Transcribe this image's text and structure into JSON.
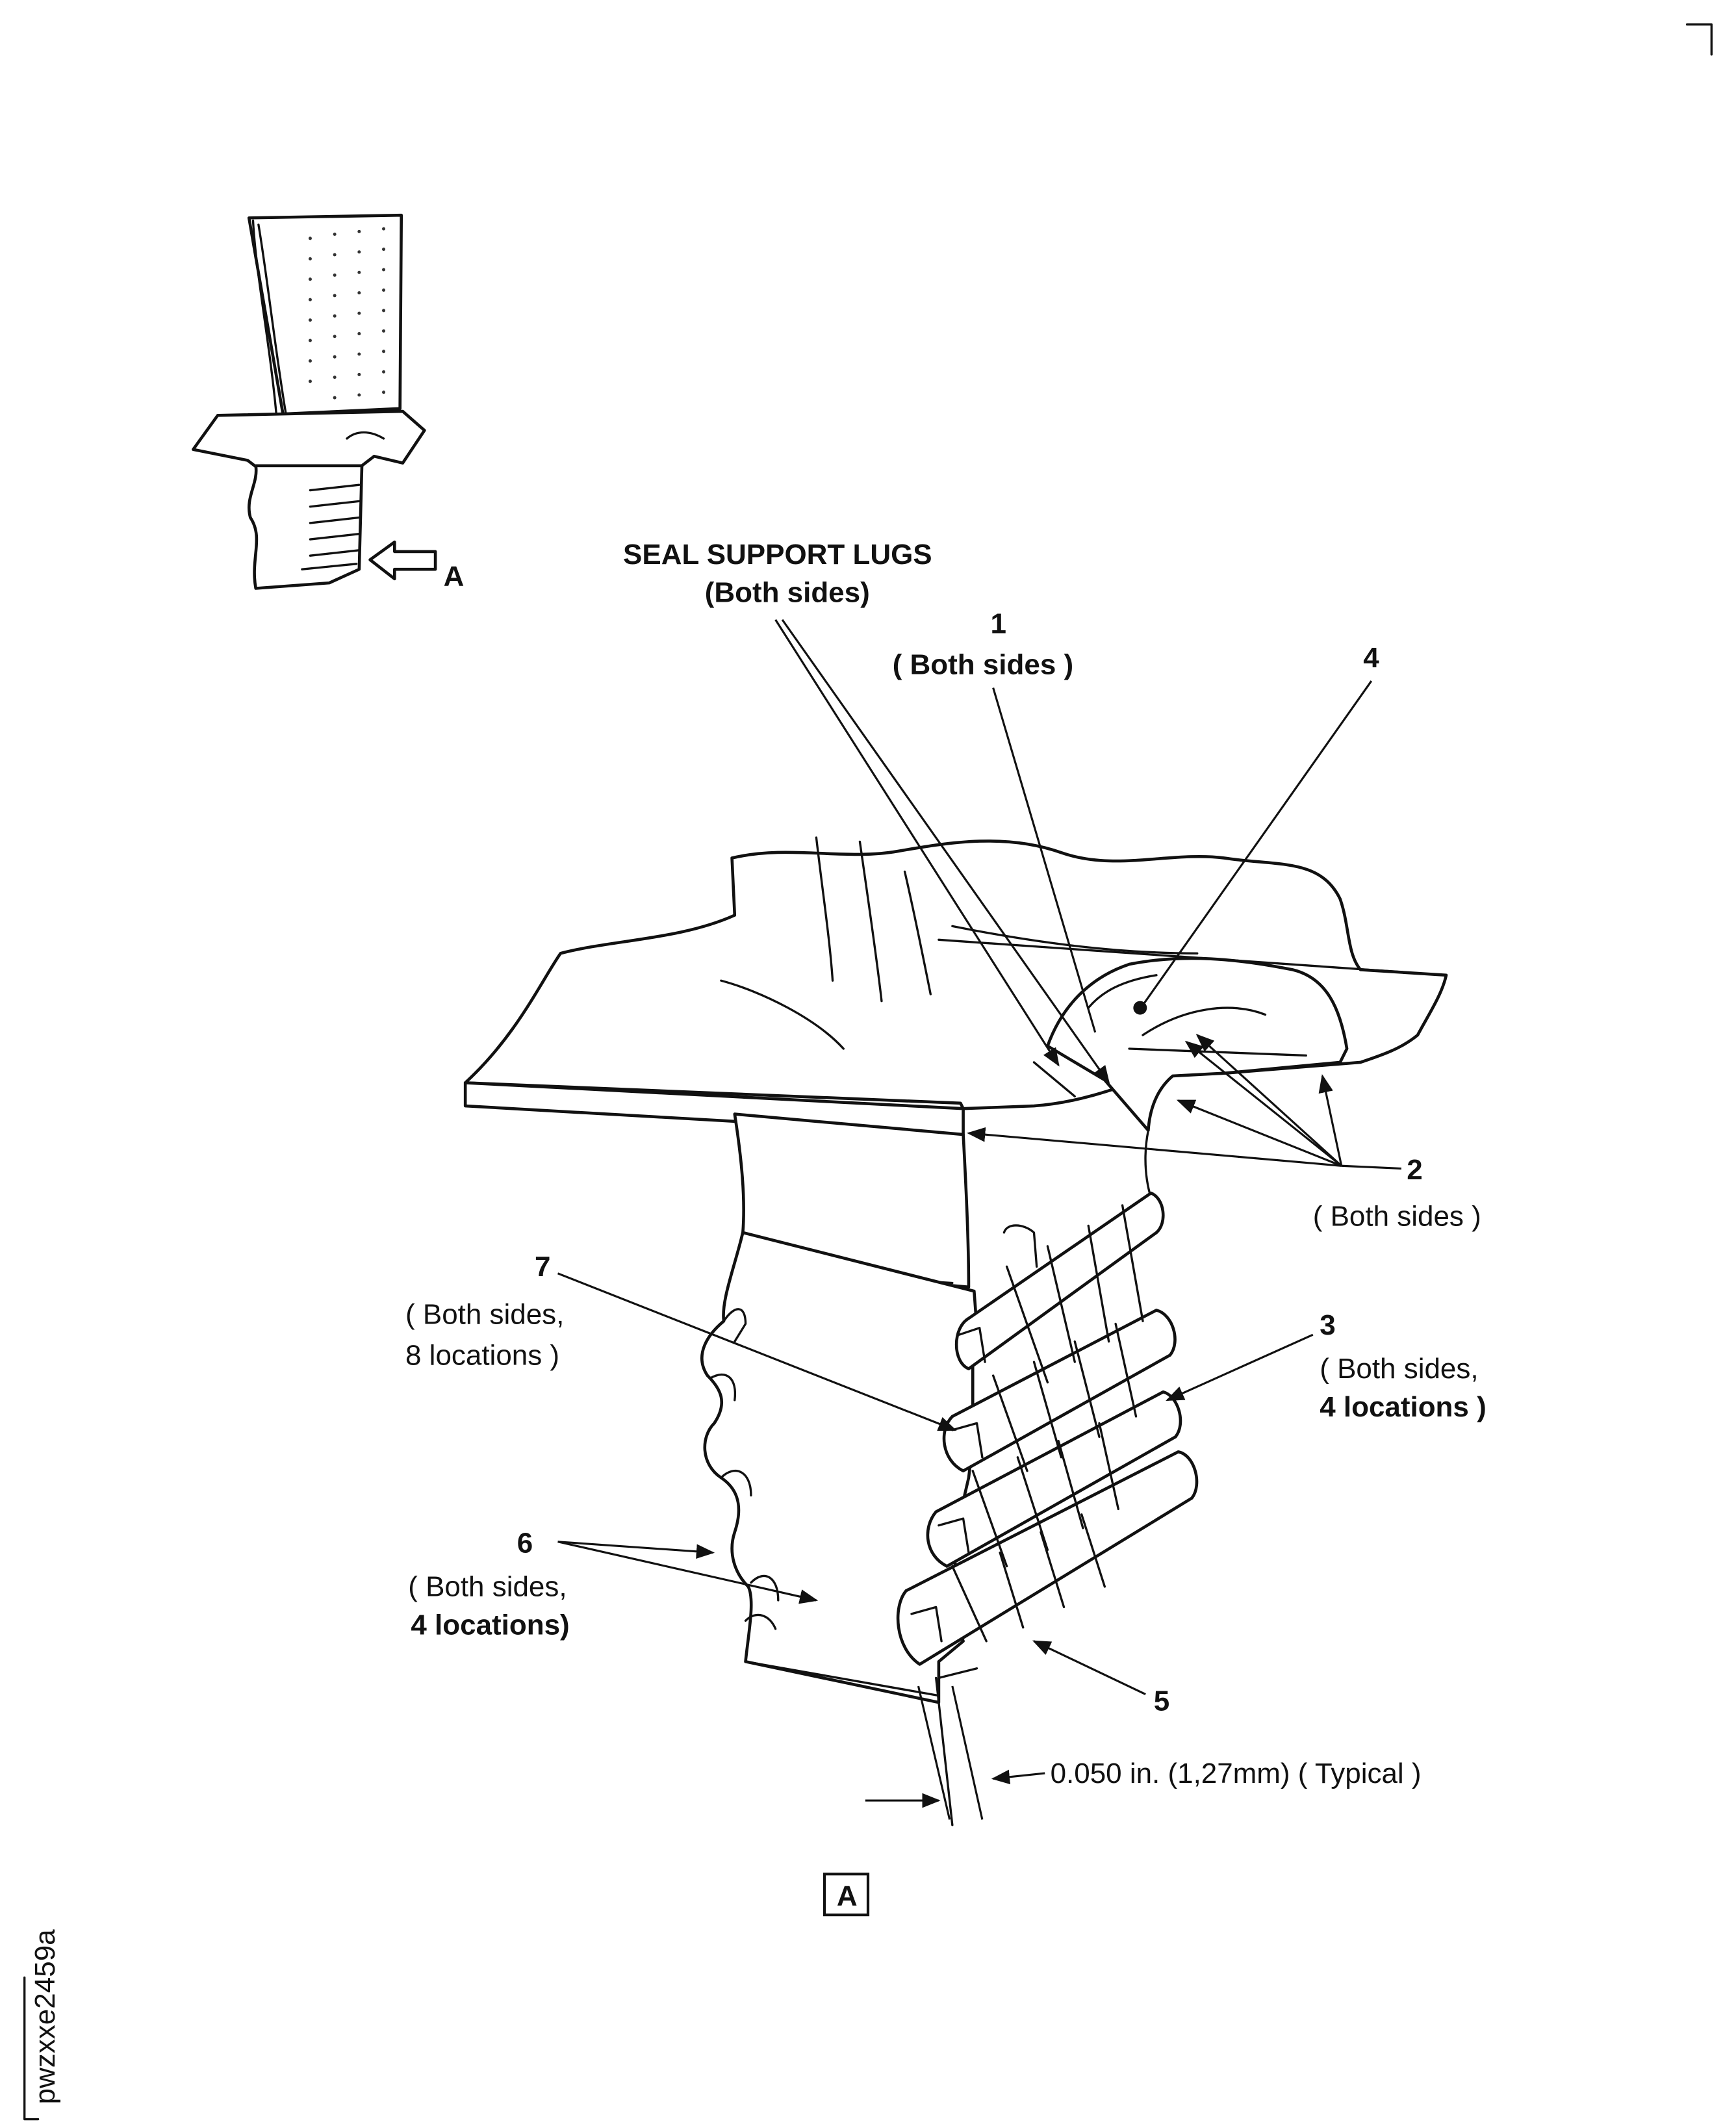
{
  "labels": {
    "seal_support_lugs": "SEAL SUPPORT LUGS",
    "seal_support_lugs_note": "(Both sides)",
    "item1_num": "1",
    "item1_note": "( Both sides )",
    "item2_num": "2",
    "item2_note": "( Both sides )",
    "item3_num": "3",
    "item3_note_l1": "( Both sides,",
    "item3_note_l2": "4 locations )",
    "item4_num": "4",
    "item5_num": "5",
    "item6_num": "6",
    "item6_note_l1": "( Both sides,",
    "item6_note_l2": "4 locations)",
    "item7_num": "7",
    "item7_note_l1": "( Both sides,",
    "item7_note_l2": "8 locations )",
    "dimension": "0.050 in. (1,27mm) ( Typical )",
    "view_arrow_letter": "A",
    "view_box_letter": "A",
    "figure_id": "pwzxxe2459a"
  }
}
